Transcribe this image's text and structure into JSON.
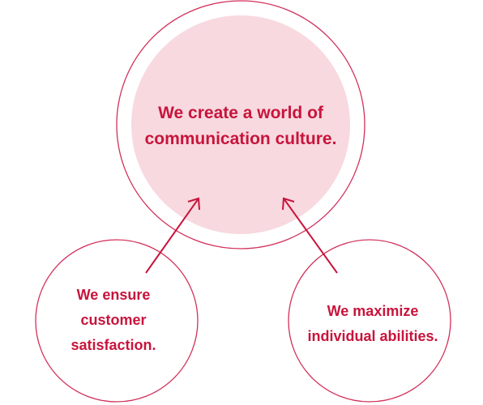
{
  "diagram": {
    "main_circle": {
      "text": "We create a world of\ncommunication culture."
    },
    "left_circle": {
      "text": "We ensure\ncustomer\nsatisfaction."
    },
    "right_circle": {
      "text": "We maximize\nindividual abilities."
    }
  },
  "colors": {
    "accent": "#c8143c",
    "main_fill": "#f7d9df",
    "outline": "#d2305a",
    "background": "#ffffff"
  }
}
